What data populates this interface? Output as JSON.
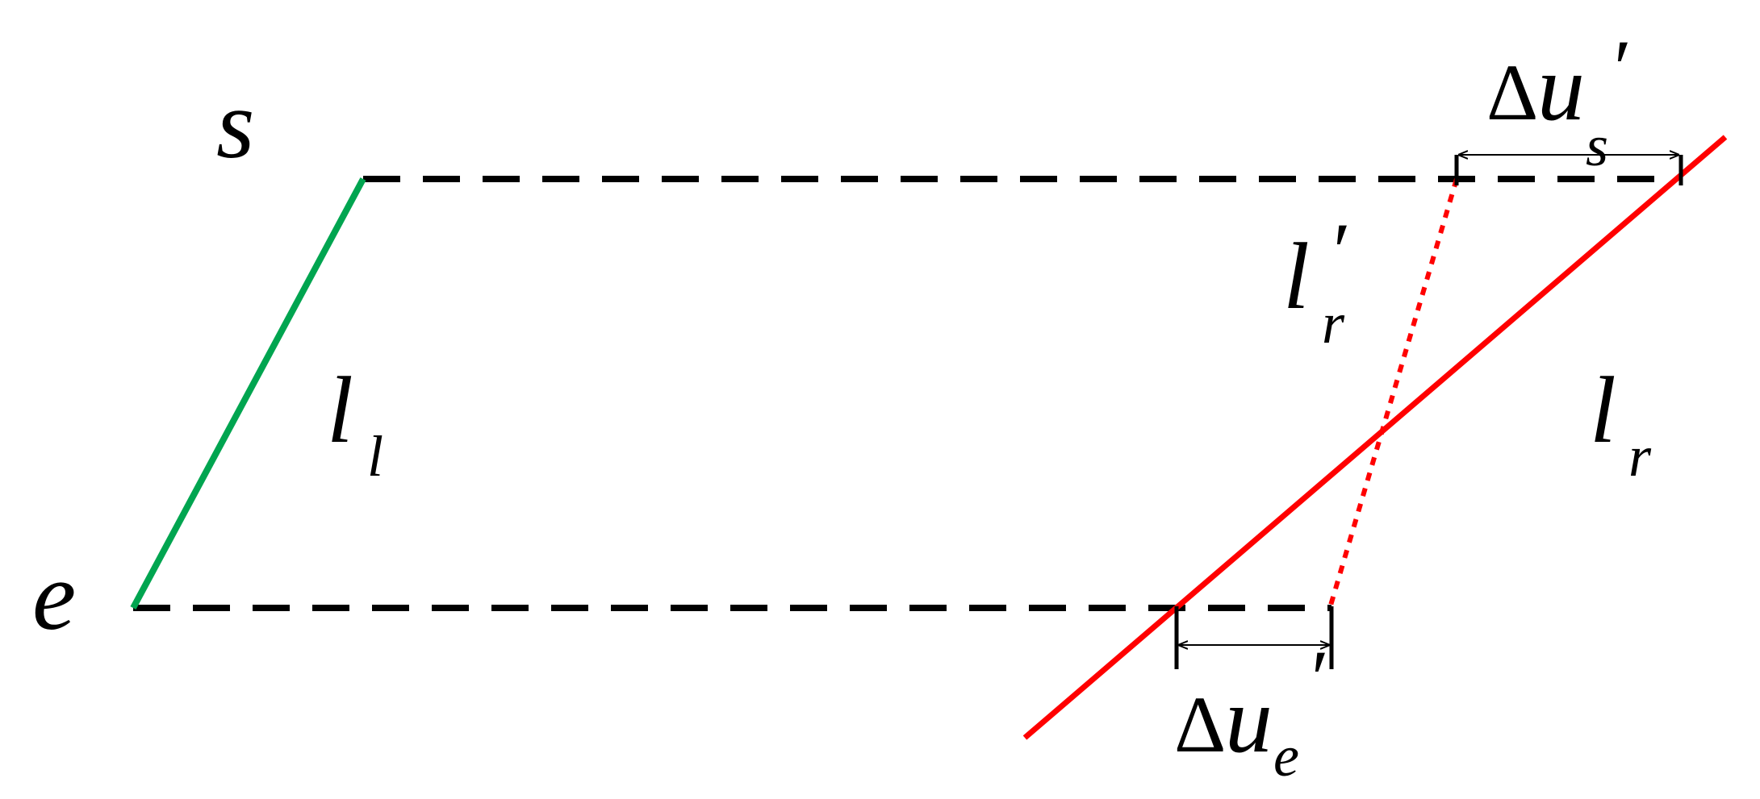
{
  "figure": {
    "colors": {
      "left_line": "#00a550",
      "right_line": "#ff0000",
      "dashed": "#000000",
      "dimension": "#000000"
    },
    "labels": {
      "s": "s",
      "e": "e",
      "l_l_main": "l",
      "l_l_sub": "l",
      "l_r_main": "l",
      "l_r_sub": "r",
      "l_r_prime_main": "l",
      "l_r_prime_sub": "r",
      "prime": "′",
      "delta_us_symbol": "Δ",
      "delta_us_main": "u",
      "delta_us_sub": "s",
      "delta_ue_symbol": "Δ",
      "delta_ue_main": "u",
      "delta_ue_sub": "e"
    }
  }
}
